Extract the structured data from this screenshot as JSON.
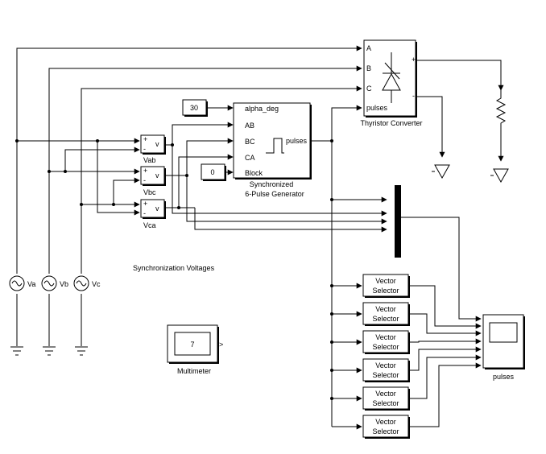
{
  "sources": [
    {
      "id": "va",
      "label": "Va"
    },
    {
      "id": "vb",
      "label": "Vb"
    },
    {
      "id": "vc",
      "label": "Vc"
    }
  ],
  "voltmeters": [
    {
      "id": "vab",
      "label": "Vab",
      "plus": "+",
      "minus": "-",
      "out": "v"
    },
    {
      "id": "vbc",
      "label": "Vbc",
      "plus": "+",
      "minus": "-",
      "out": "v"
    },
    {
      "id": "vca",
      "label": "Vca",
      "plus": "+",
      "minus": "-",
      "out": "v"
    }
  ],
  "constant_alpha": {
    "value": "30"
  },
  "constant_block": {
    "value": "0"
  },
  "pulse_generator": {
    "label_line1": "Synchronized",
    "label_line2": "6-Pulse Generator",
    "ports_in": [
      "alpha_deg",
      "AB",
      "BC",
      "CA",
      "Block"
    ],
    "port_out": "pulses"
  },
  "thyristor_converter": {
    "label": "Thyristor Converter",
    "ports_in": [
      "A",
      "B",
      "C",
      "pulses"
    ],
    "port_plus": "+",
    "port_minus": "-"
  },
  "sync_label": "Synchronization Voltages",
  "multimeter": {
    "value": "7",
    "label": "Multimeter",
    "port": ">"
  },
  "vector_selectors": [
    {
      "line1": "Vector",
      "line2": "Selector"
    },
    {
      "line1": "Vector",
      "line2": "Selector"
    },
    {
      "line1": "Vector",
      "line2": "Selector"
    },
    {
      "line1": "Vector",
      "line2": "Selector"
    },
    {
      "line1": "Vector",
      "line2": "Selector"
    },
    {
      "line1": "Vector",
      "line2": "Selector"
    }
  ],
  "scope": {
    "label": "pulses"
  }
}
